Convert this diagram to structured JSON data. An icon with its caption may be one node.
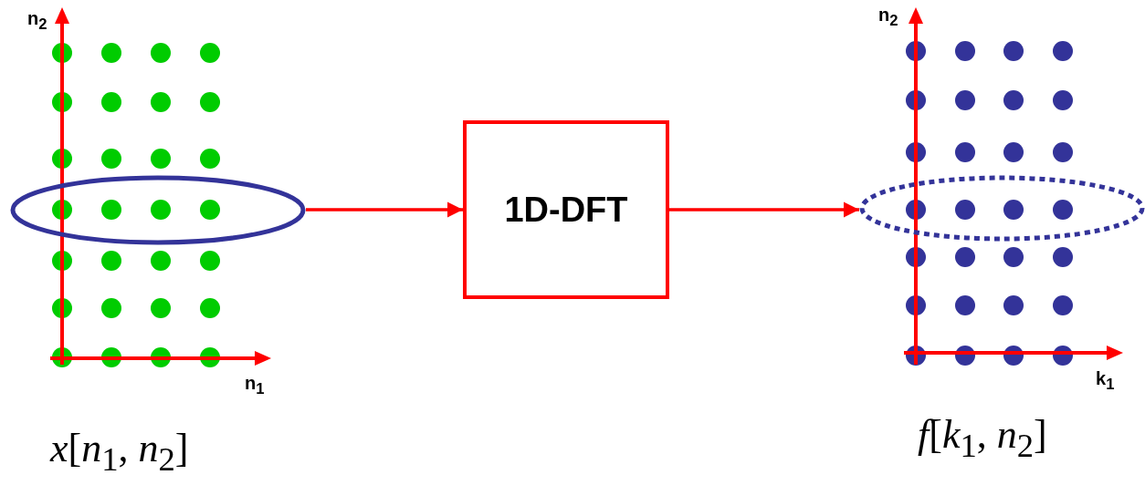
{
  "diagram": {
    "nodes": [
      {
        "text": [],
        "shape": "ellipse"
      },
      {
        "text": [
          "1D-DFT"
        ]
      },
      {
        "text": [],
        "shape": "ellipse"
      }
    ],
    "edges": [
      {
        "from": 0,
        "to": 1,
        "arrow": "to"
      },
      {
        "from": 1,
        "to": 2,
        "arrow": "to"
      }
    ],
    "labels": [
      "n$_{2}$",
      "n$_{1}$",
      "*x*[*n*$_{1}$, *n*$_{2}$]",
      "n$_{2}$",
      "k$_{1}$",
      "*f*[*k*$_{1}$, *n*$_{2}$]"
    ]
  }
}
